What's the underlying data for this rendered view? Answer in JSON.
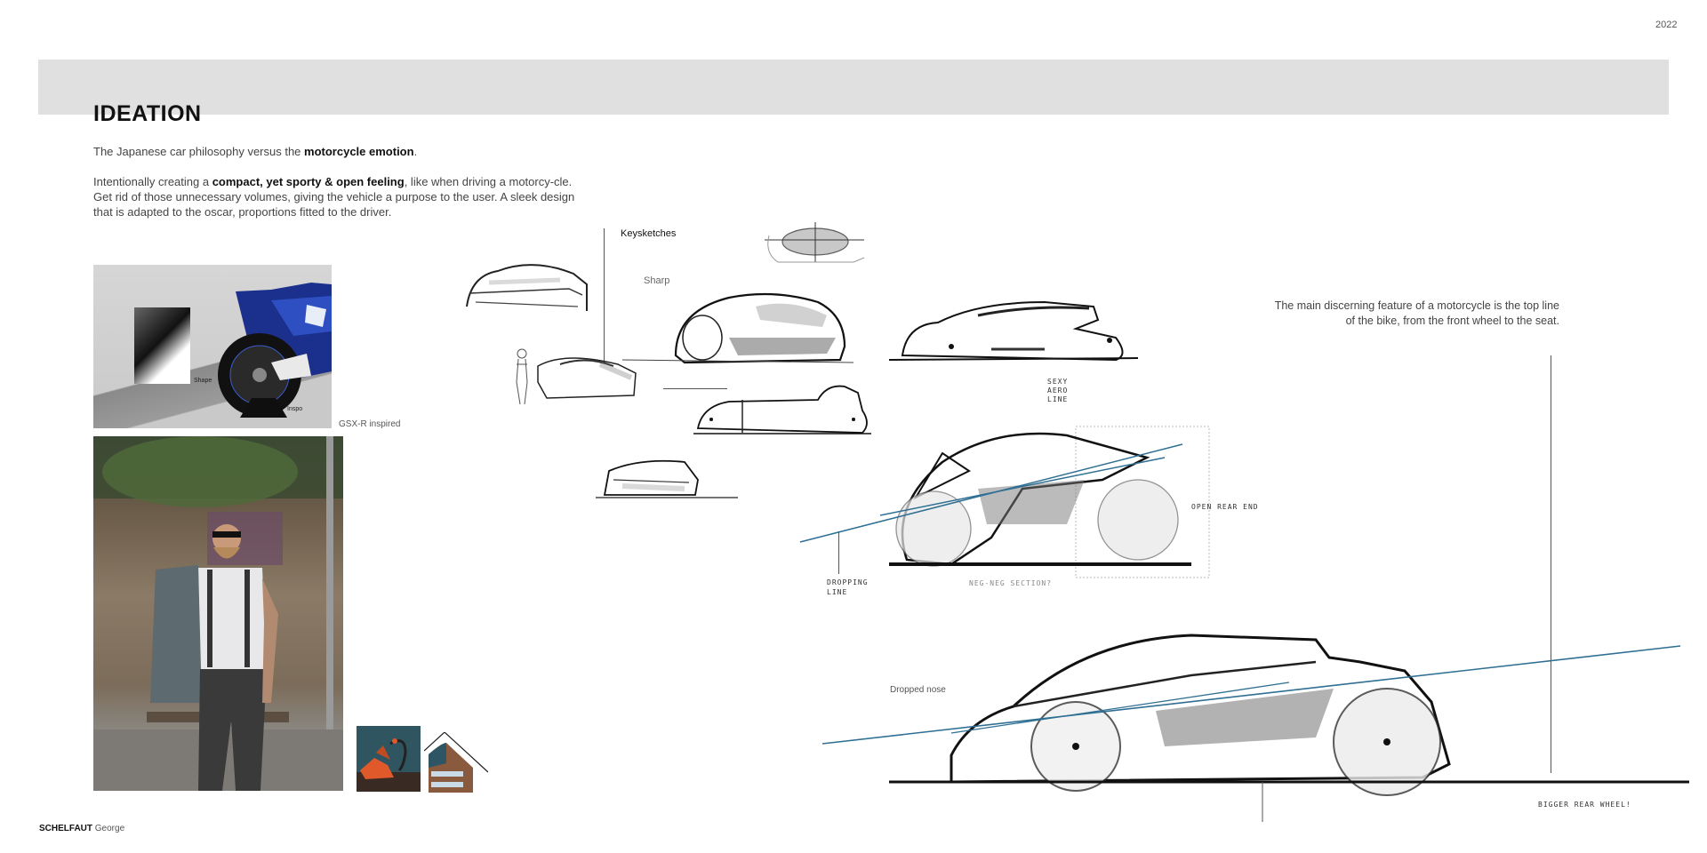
{
  "page": {
    "year": "2022",
    "title": "IDEATION",
    "intro": {
      "text_before": "The Japanese car philosophy versus the ",
      "bold": "motorcycle emotion",
      "text_after": "."
    },
    "paragraph": {
      "text_before": "Intentionally creating a ",
      "bold": "compact, yet sporty & open feeling",
      "text_after": ", like when driving a motorcy-cle. Get rid of those unnecessary volumes, giving the vehicle a purpose to the user. A sleek design that is adapted to the oscar, proportions fitted to the driver."
    }
  },
  "inspiration": {
    "moto_image": {
      "shape_label": "Shape",
      "inspo_label": "Inspo",
      "caption": "GSX-R inspired"
    },
    "person_image": {
      "alt": "man walking in suspenders"
    },
    "thumbnails": [
      {
        "alt": "orange abstract object on teal background"
      },
      {
        "alt": "building corner with roof line"
      }
    ]
  },
  "sketches": {
    "section_label": "Keysketches",
    "sharp_label": "Sharp",
    "right_note": "The main discerning feature of a motorcycle is the top line of the bike, from the front wheel to the seat.",
    "annotations": {
      "sexy_aero_line": "SEXY AERO LINE",
      "open_rear_end": "OPEN REAR END",
      "dropping_line": "DROPPING LINE",
      "negative_section": "NEG-NEG SECTION?",
      "dropped_nose": "Dropped nose",
      "bigger_rear_wheel": "BIGGER REAR WHEEL!"
    },
    "accent_line_color": "#2f6f93"
  },
  "footer": {
    "last_name": "SCHELFAUT",
    "first_name": "George"
  }
}
